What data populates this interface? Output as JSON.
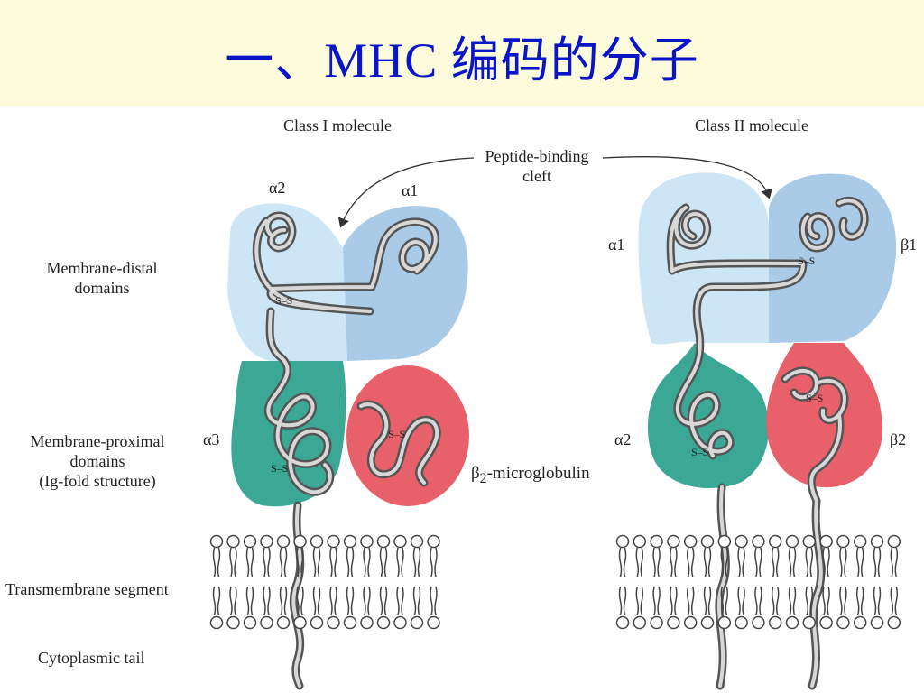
{
  "title": "一、MHC 编码的分子",
  "diagram": {
    "class1_title": "Class I molecule",
    "class2_title": "Class II molecule",
    "cleft_label_line1": "Peptide-binding",
    "cleft_label_line2": "cleft",
    "left_labels": {
      "distal_line1": "Membrane-distal",
      "distal_line2": "domains",
      "proximal_line1": "Membrane-proximal",
      "proximal_line2": "domains",
      "proximal_line3": "(Ig-fold structure)",
      "transmembrane": "Transmembrane segment",
      "tail": "Cytoplasmic tail"
    },
    "class1_domains": {
      "a1": "α1",
      "a2": "α2",
      "a3": "α3",
      "b2m_prefix": "β",
      "b2m_sub": "2",
      "b2m_suffix": "-microglobulin"
    },
    "class2_domains": {
      "a1": "α1",
      "a2": "α2",
      "b1": "β1",
      "b2": "β2"
    },
    "disulfide": "S–S",
    "colors": {
      "light_blue": "#cde6f5",
      "mid_blue": "#a9cbe8",
      "teal": "#3aa894",
      "red": "#e8616a",
      "chain": "#777777",
      "title": "#0a14c8"
    }
  }
}
